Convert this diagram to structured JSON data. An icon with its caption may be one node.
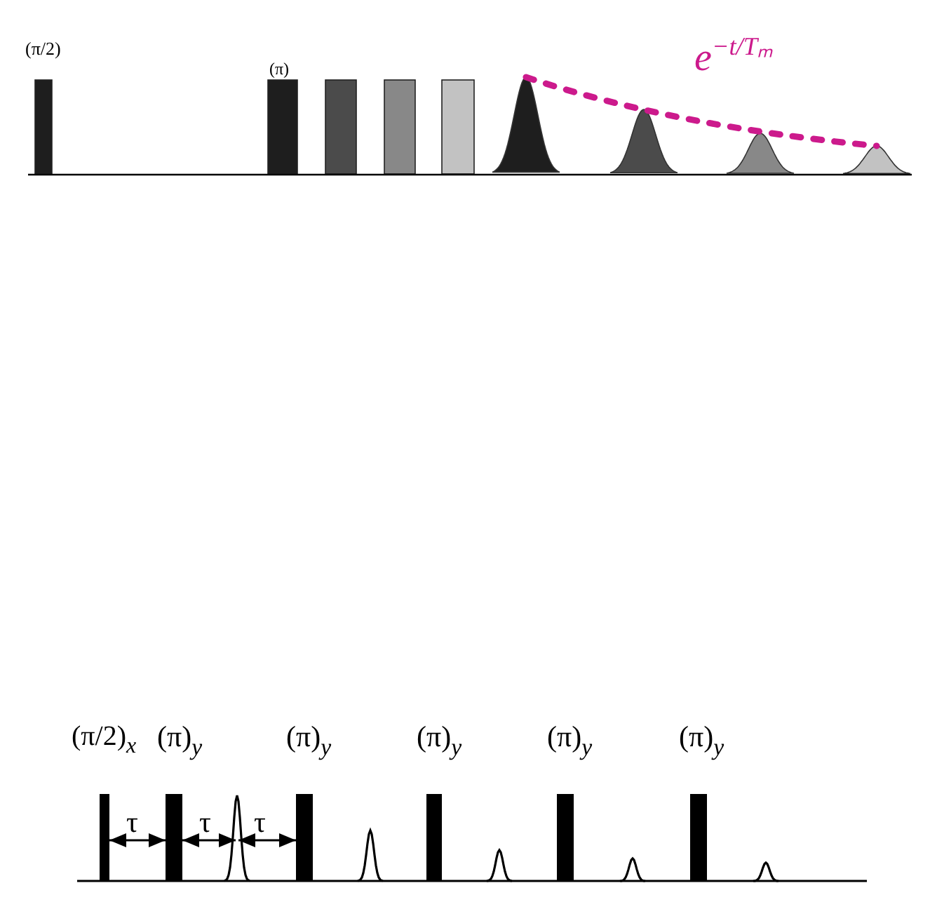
{
  "diagram": {
    "labels": [
      "(π/2)",
      "(π)",
      "e$^{−t/Tₘ}$",
      "(π/2)$_{x}$",
      "(π)$_{y}$",
      "(π)$_{y}$",
      "(π)$_{y}$",
      "(π)$_{y}$",
      "(π)$_{y}$",
      "τ",
      "τ",
      "τ"
    ]
  }
}
